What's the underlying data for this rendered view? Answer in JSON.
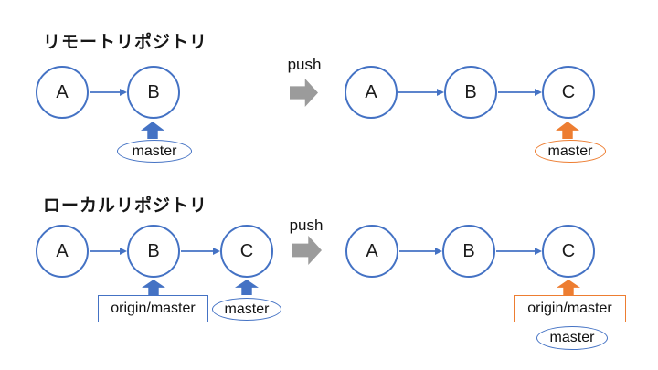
{
  "remote": {
    "title": "リモートリポジトリ",
    "push_label": "push",
    "before": {
      "commits": [
        "A",
        "B"
      ],
      "branch_label": "master"
    },
    "after": {
      "commits": [
        "A",
        "B",
        "C"
      ],
      "branch_label": "master"
    }
  },
  "local": {
    "title": "ローカルリポジトリ",
    "push_label": "push",
    "before": {
      "commits": [
        "A",
        "B",
        "C"
      ],
      "remote_tracking_label": "origin/master",
      "branch_label": "master"
    },
    "after": {
      "commits": [
        "A",
        "B",
        "C"
      ],
      "remote_tracking_label": "origin/master",
      "branch_label": "master"
    }
  },
  "colors": {
    "commit_blue": "#4472C4",
    "highlight_orange": "#ED7D31",
    "push_gray": "#9B9B9B",
    "background": "#FFFFFF",
    "text": "#111111"
  }
}
